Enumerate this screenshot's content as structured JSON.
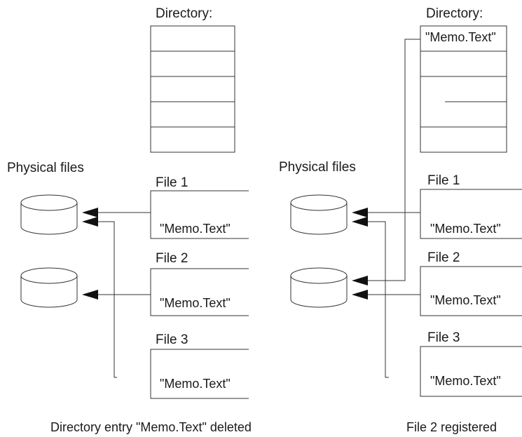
{
  "left": {
    "directory_label": "Directory:",
    "physical_label": "Physical files",
    "files": [
      {
        "title": "File 1",
        "entry": "\"Memo.Text\""
      },
      {
        "title": "File 2",
        "entry": "\"Memo.Text\""
      },
      {
        "title": "File 3",
        "entry": "\"Memo.Text\""
      }
    ],
    "caption": "Directory entry \"Memo.Text\" deleted"
  },
  "right": {
    "directory_label": "Directory:",
    "directory_entry": "\"Memo.Text\"",
    "physical_label": "Physical files",
    "files": [
      {
        "title": "File 1",
        "entry": "\"Memo.Text\""
      },
      {
        "title": "File 2",
        "entry": "\"Memo.Text\""
      },
      {
        "title": "File 3",
        "entry": "\"Memo.Text\""
      }
    ],
    "caption": "File 2 registered"
  },
  "colors": {
    "stroke": "#333333",
    "text": "#1a1a1a"
  }
}
